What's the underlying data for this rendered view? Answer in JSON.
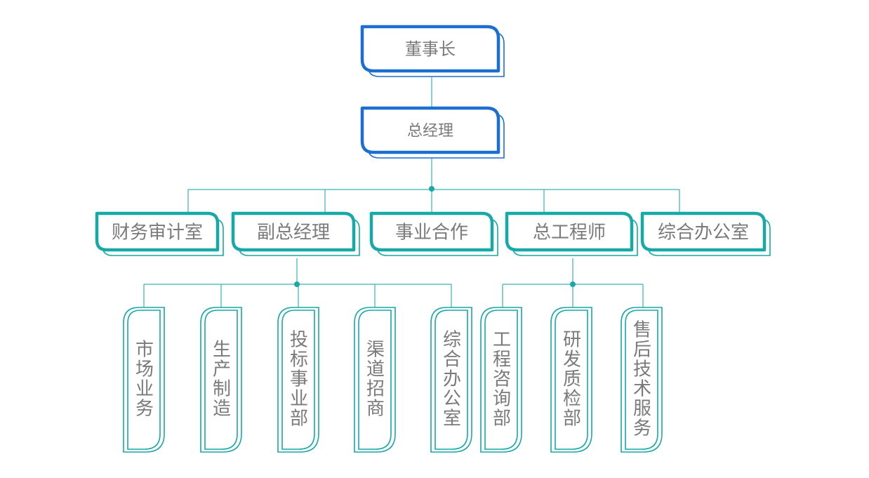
{
  "colors": {
    "blue": "#1a6fd0",
    "teal": "#16a9a7",
    "line": "#38b5b3",
    "text": "#7a7a7a"
  },
  "chairman": {
    "label": "董事长"
  },
  "general_manager": {
    "label": "总经理"
  },
  "level2": [
    {
      "label": "财务审计室"
    },
    {
      "label": "副总经理"
    },
    {
      "label": "事业合作"
    },
    {
      "label": "总工程师"
    },
    {
      "label": "综合办公室"
    }
  ],
  "vp_departments": [
    {
      "label": "市场业务"
    },
    {
      "label": "生产制造"
    },
    {
      "label": "投标事业部"
    },
    {
      "label": "渠道招商"
    },
    {
      "label": "综合办公室"
    }
  ],
  "engineer_departments": [
    {
      "label": "工程咨询部"
    },
    {
      "label": "研发质检部"
    },
    {
      "label": "售后技术服务"
    }
  ]
}
